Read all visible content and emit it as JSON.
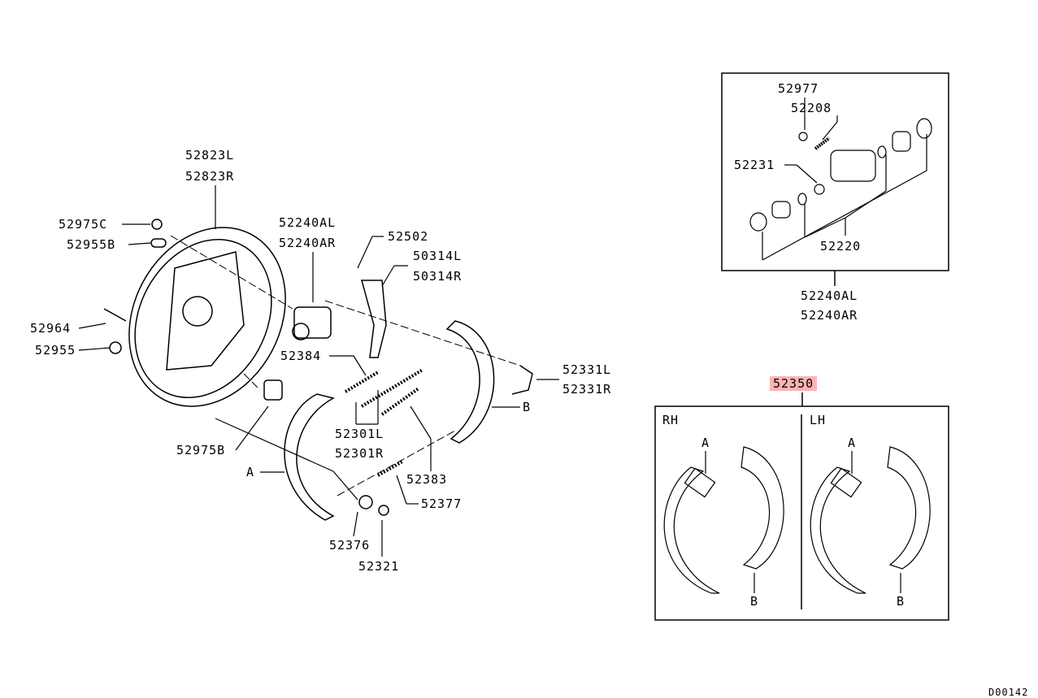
{
  "diagram_code": "D00142",
  "main_assembly": {
    "backing_plate": [
      "52823L",
      "52823R"
    ],
    "bolt_c": "52975C",
    "plug_b": "52955B",
    "bleeder": "52964",
    "plug": "52955",
    "bolt_b": "52975B",
    "wheel_cylinder": [
      "52240AL",
      "52240AR"
    ],
    "clip": "52502",
    "lever": [
      "50314L",
      "50314R"
    ],
    "spring_upper": "52384",
    "adjuster": [
      "52301L",
      "52301R"
    ],
    "spring_adjuster": "52383",
    "spring_lower": "52377",
    "pin": "52376",
    "cup": "52321",
    "strut": [
      "52331L",
      "52331R"
    ],
    "shoe_a": "A",
    "shoe_b": "B"
  },
  "cylinder_detail": {
    "cap": "52977",
    "bleeder": "52208",
    "piston_kit": "52231",
    "body": "52220",
    "assembly": [
      "52240AL",
      "52240AR"
    ]
  },
  "shoe_set": {
    "part": "52350",
    "highlight_color": "#ffb3b3",
    "rh_label": "RH",
    "lh_label": "LH",
    "rh_a": "A",
    "rh_b": "B",
    "lh_a": "A",
    "lh_b": "B"
  }
}
